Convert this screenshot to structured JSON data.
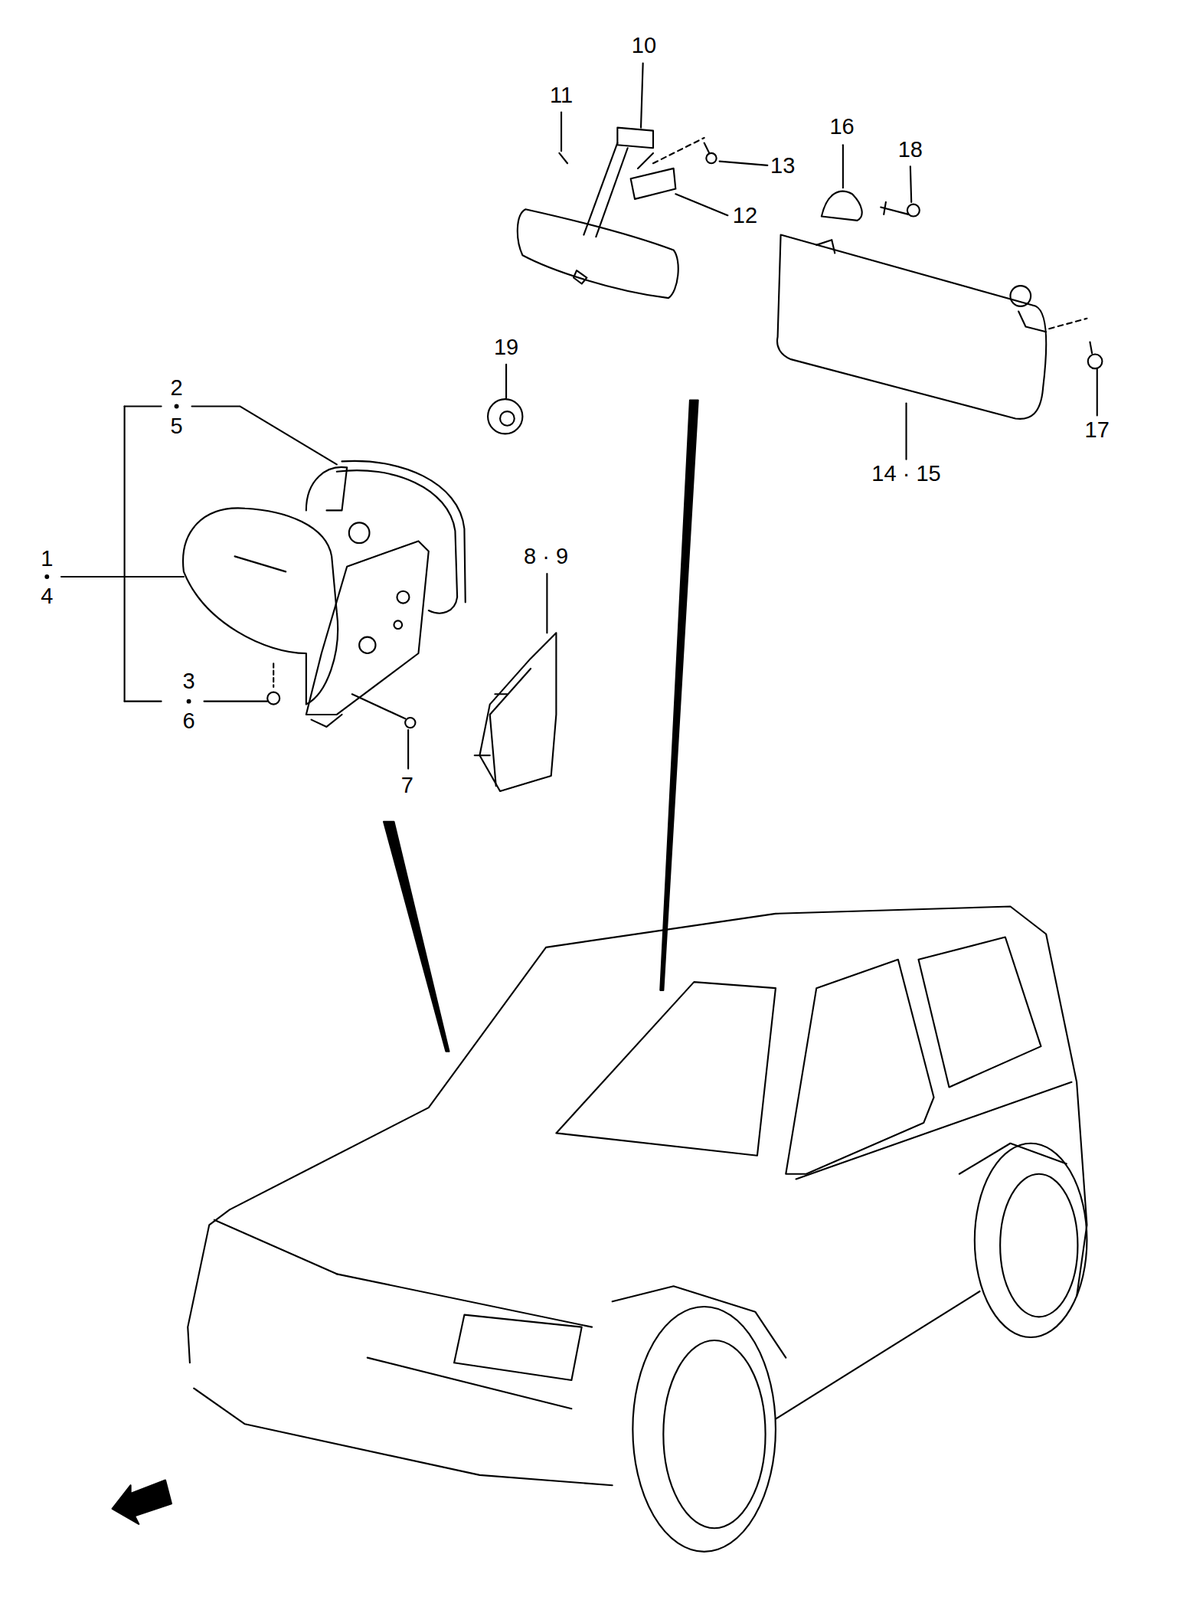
{
  "diagram": {
    "labels": [
      "10",
      "11",
      "13",
      "12",
      "16",
      "18",
      "19",
      "2",
      "5",
      "1",
      "4",
      "3",
      "6",
      "7",
      "8 · 9",
      "14 · 15",
      "17"
    ]
  }
}
